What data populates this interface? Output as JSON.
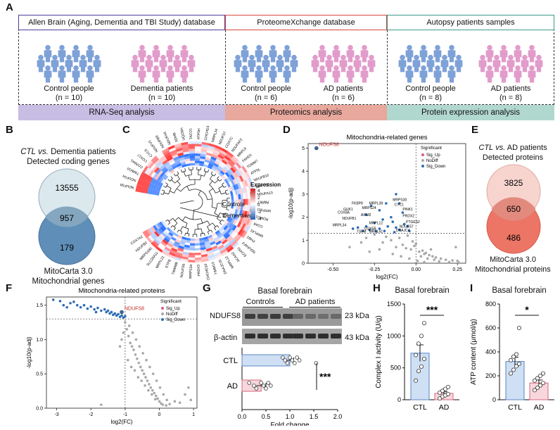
{
  "panel_labels": {
    "a": "A",
    "b": "B",
    "c": "C",
    "d": "D",
    "e": "E",
    "f": "F",
    "g": "G",
    "h": "H",
    "i": "I"
  },
  "colors": {
    "control": "#7ea1d8",
    "patient": "#e29ccb",
    "allen_border": "#4b3f9c",
    "proteome_border": "#d9453c",
    "autopsy_border": "#3c9a8a",
    "rnaseq_band": "#c8bde3",
    "proteomics_band": "#e8a89d",
    "protein_band": "#b1d8cf",
    "sig_up": "#e05a7a",
    "nodiff": "#a8a8a8",
    "sig_down": "#2f6db3"
  },
  "panel_a": {
    "sources": [
      "Allen Brain (Aging, Dementia and TBI Study) database",
      "ProteomeXchange database",
      "Autopsy patients samples"
    ],
    "groups": [
      {
        "name": "Control people",
        "n": "(n = 10)"
      },
      {
        "name": "Dementia patients",
        "n": "(n = 10)"
      },
      {
        "name": "Control people",
        "n": "(n = 6)"
      },
      {
        "name": "AD patients",
        "n": "(n = 6)"
      },
      {
        "name": "Control people",
        "n": "(n = 8)"
      },
      {
        "name": "AD patients",
        "n": "(n = 8)"
      }
    ],
    "analyses": [
      "RNA-Seq analysis",
      "Proteomics analysis",
      "Protein expression analysis"
    ],
    "person_icon": "person-icon"
  },
  "panel_b": {
    "title_line1": "CTL vs. Dementia patients",
    "title_line2": "Detected coding genes",
    "top": "13555",
    "overlap": "957",
    "bottom": "179",
    "bottom_line1": "MitoCarta 3.0",
    "bottom_line2": "Mitochondrial genes"
  },
  "panel_c": {
    "genes": [
      "NDUFS8",
      "NDUFS4",
      "TIMM10",
      "COX6A1",
      "COX17",
      "CYCS",
      "NDUFV1",
      "NDUFB9",
      "NDUFA6",
      "SDHB",
      "UQCRH",
      "TACO1",
      "ATP5H",
      "CHCHD3",
      "MRPL34",
      "NDUFS7",
      "COX7C",
      "NDUFAF2",
      "MRPL9",
      "FAHD1",
      "TOMM7",
      "ATP5L",
      "NDUFB10",
      "MRPL52",
      "NDUFA13",
      "PARK7",
      "MRPS11",
      "ROMO1",
      "COA6",
      "MRPL43",
      "PHB2",
      "NDUFAF3",
      "ECHS1",
      "ACAA2",
      "MRPL12",
      "DNAJC15",
      "TIMM13",
      "CHCHD10",
      "PRDX3",
      "MRPS34",
      "NDUFS5",
      "TIMM8B",
      "ETFB",
      "MRPL21",
      "SLC25A11",
      "MRPS18C",
      "NDUFB2",
      "COX7A2"
    ],
    "legend_title": "Expression",
    "legend_ticks": [
      "4",
      "2",
      "0",
      "-2",
      "-4"
    ],
    "label_controls": "Controls",
    "label_dementias": "Dementias"
  },
  "panel_d": {
    "title": "Mitochondria-related genes",
    "highlight": "NDUFS8",
    "gene_labels": [
      "FKBP8",
      "GUK1",
      "COX8A",
      "NDUFB1",
      "MRPL34",
      "MRPL38",
      "MRPS24",
      "AIFM2",
      "MRPL12",
      "MRPS30",
      "CYC1",
      "PINK1",
      "PRDX2",
      "PTGES2",
      "NDUFS7",
      "COX5B",
      "DNAJC4",
      "TSFM",
      "MRPL41"
    ],
    "legend": {
      "title": "Significant",
      "items": [
        "Sig_Up",
        "NoDiff",
        "Sig_Down"
      ]
    }
  },
  "panel_e": {
    "title_line1": "CTL vs. AD patients",
    "title_line2": "Detected proteins",
    "top": "3825",
    "overlap": "650",
    "bottom": "486",
    "bottom_line1": "MitoCarta 3.0",
    "bottom_line2": "Mitochondrial proteins"
  },
  "panel_f": {
    "title": "Mitochondria-related proteins",
    "highlight": "NDUFS8",
    "legend": {
      "title": "Significant",
      "items": [
        "Sig_Up",
        "NoDiff",
        "Sig_Down"
      ]
    }
  },
  "panel_g": {
    "title": "Basal forebrain",
    "group_labels": [
      "Controls",
      "AD patients"
    ],
    "bands": [
      {
        "name": "NDUFS8",
        "kda": "23 kDa"
      },
      {
        "name": "β-actin",
        "kda": "43 kDa"
      }
    ],
    "significance": "***",
    "bar_group_labels": [
      "CTL",
      "AD"
    ]
  },
  "panel_h": {
    "title": "Basal forebrain",
    "significance": "***",
    "group_labels": [
      "CTL",
      "AD"
    ]
  },
  "panel_i": {
    "title": "Basal forebrain",
    "significance": "*",
    "group_labels": [
      "CTL",
      "AD"
    ]
  },
  "chart_data": [
    {
      "type": "scatter",
      "id": "volcano-genes",
      "title": "Mitochondria-related genes",
      "xlabel": "log2(FC)",
      "ylabel": "-log10(p-adj)",
      "xlim": [
        -0.65,
        0.3
      ],
      "ylim": [
        0,
        5.2
      ],
      "xticks": [
        -0.5,
        -0.25,
        0.0,
        0.25
      ],
      "yticks": [
        0,
        1,
        2,
        3,
        4,
        5
      ],
      "threshold_y": 1.3,
      "threshold_x": 0,
      "highlight": {
        "name": "NDUFS8",
        "x": -0.6,
        "y": 5.0
      },
      "series": [
        {
          "name": "Sig_Down",
          "points": [
            [
              -0.12,
              3.0
            ],
            [
              -0.18,
              2.6
            ],
            [
              -0.22,
              2.3
            ],
            [
              -0.15,
              2.0
            ],
            [
              -0.27,
              2.5
            ],
            [
              -0.3,
              2.1
            ],
            [
              -0.1,
              2.6
            ],
            [
              -0.08,
              2.2
            ],
            [
              -0.2,
              1.9
            ],
            [
              -0.25,
              1.75
            ],
            [
              -0.17,
              1.6
            ],
            [
              -0.12,
              1.55
            ],
            [
              -0.3,
              1.6
            ],
            [
              -0.35,
              1.55
            ],
            [
              -0.07,
              1.7
            ],
            [
              -0.05,
              1.6
            ],
            [
              -0.14,
              1.8
            ],
            [
              -0.22,
              1.5
            ],
            [
              -0.28,
              1.45
            ],
            [
              -0.1,
              1.45
            ],
            [
              -0.19,
              1.4
            ],
            [
              -0.24,
              1.38
            ],
            [
              -0.32,
              1.4
            ],
            [
              -0.04,
              1.4
            ],
            [
              -0.13,
              1.35
            ],
            [
              -0.38,
              1.5
            ]
          ]
        },
        {
          "name": "NoDiff",
          "points": [
            [
              -0.05,
              1.2
            ],
            [
              -0.1,
              1.1
            ],
            [
              -0.15,
              1.0
            ],
            [
              -0.2,
              0.9
            ],
            [
              -0.08,
              0.8
            ],
            [
              -0.12,
              0.7
            ],
            [
              -0.03,
              0.6
            ],
            [
              0.02,
              0.5
            ],
            [
              0.05,
              0.4
            ],
            [
              0.08,
              0.35
            ],
            [
              0.1,
              0.3
            ],
            [
              0.12,
              0.25
            ],
            [
              0.15,
              0.2
            ],
            [
              0.18,
              0.15
            ],
            [
              0.22,
              0.12
            ],
            [
              0.25,
              0.1
            ],
            [
              -0.18,
              1.15
            ],
            [
              -0.25,
              1.25
            ],
            [
              -0.02,
              0.95
            ],
            [
              0.0,
              0.85
            ],
            [
              -0.06,
              0.65
            ],
            [
              0.04,
              0.55
            ],
            [
              0.06,
              0.45
            ],
            [
              -0.01,
              0.75
            ],
            [
              0.03,
              0.3
            ],
            [
              0.07,
              0.2
            ],
            [
              0.11,
              0.15
            ],
            [
              0.14,
              0.08
            ],
            [
              0.2,
              0.05
            ],
            [
              0.24,
              0.7
            ],
            [
              0.26,
              0.02
            ],
            [
              0.09,
              0.6
            ],
            [
              -0.22,
              0.6
            ],
            [
              -0.3,
              1.1
            ],
            [
              -0.33,
              0.9
            ],
            [
              -0.4,
              0.7
            ],
            [
              -0.28,
              0.5
            ],
            [
              -0.14,
              0.4
            ],
            [
              -0.09,
              0.3
            ],
            [
              -0.04,
              0.2
            ],
            [
              0.01,
              0.1
            ],
            [
              0.05,
              0.05
            ]
          ]
        }
      ]
    },
    {
      "type": "scatter",
      "id": "volcano-proteins",
      "title": "Mitochondria-related proteins",
      "xlabel": "log2(FC)",
      "ylabel": "-log10(p-adj)",
      "xlim": [
        -3.3,
        1.1
      ],
      "ylim": [
        0,
        1.62
      ],
      "xticks": [
        -3,
        -2,
        -1,
        0,
        1
      ],
      "yticks": [
        0,
        0.5,
        1.0,
        1.5
      ],
      "threshold_y": 1.3,
      "threshold_x": -1,
      "highlight": {
        "name": "NDUFS8",
        "x": -1.1,
        "y": 1.4
      },
      "series": [
        {
          "name": "Sig_Down",
          "points": [
            [
              -3.1,
              1.58
            ],
            [
              -2.9,
              1.56
            ],
            [
              -2.8,
              1.5
            ],
            [
              -2.6,
              1.53
            ],
            [
              -2.5,
              1.55
            ],
            [
              -2.4,
              1.5
            ],
            [
              -2.3,
              1.47
            ],
            [
              -2.2,
              1.5
            ],
            [
              -2.1,
              1.45
            ],
            [
              -2.0,
              1.48
            ],
            [
              -1.9,
              1.44
            ],
            [
              -1.8,
              1.46
            ],
            [
              -1.7,
              1.42
            ],
            [
              -1.6,
              1.44
            ],
            [
              -1.55,
              1.4
            ],
            [
              -1.5,
              1.42
            ],
            [
              -1.45,
              1.38
            ],
            [
              -1.4,
              1.4
            ],
            [
              -1.35,
              1.36
            ],
            [
              -1.3,
              1.38
            ],
            [
              -1.25,
              1.35
            ],
            [
              -1.2,
              1.37
            ],
            [
              -1.15,
              1.33
            ],
            [
              -1.1,
              1.35
            ],
            [
              -1.05,
              1.32
            ],
            [
              -1.0,
              1.34
            ],
            [
              -2.7,
              1.47
            ],
            [
              -1.85,
              1.4
            ]
          ]
        },
        {
          "name": "NoDiff",
          "points": [
            [
              -1.0,
              1.25
            ],
            [
              -0.95,
              1.15
            ],
            [
              -0.9,
              1.05
            ],
            [
              -0.85,
              0.95
            ],
            [
              -0.8,
              0.9
            ],
            [
              -0.75,
              0.85
            ],
            [
              -0.7,
              0.78
            ],
            [
              -0.65,
              0.72
            ],
            [
              -0.6,
              0.66
            ],
            [
              -0.55,
              0.6
            ],
            [
              -0.5,
              0.55
            ],
            [
              -0.45,
              0.5
            ],
            [
              -0.4,
              0.45
            ],
            [
              -0.35,
              0.4
            ],
            [
              -0.3,
              0.35
            ],
            [
              -0.25,
              0.3
            ],
            [
              -0.2,
              0.26
            ],
            [
              -0.15,
              0.22
            ],
            [
              -0.1,
              0.18
            ],
            [
              -0.05,
              0.14
            ],
            [
              0.0,
              0.1
            ],
            [
              0.05,
              0.07
            ],
            [
              0.1,
              0.05
            ],
            [
              0.2,
              0.04
            ],
            [
              -0.88,
              1.2
            ],
            [
              -0.78,
              1.1
            ],
            [
              -0.68,
              1.0
            ],
            [
              -0.58,
              0.9
            ],
            [
              -0.48,
              0.8
            ],
            [
              -0.38,
              0.7
            ],
            [
              -0.28,
              0.6
            ],
            [
              -0.18,
              0.5
            ],
            [
              -0.08,
              0.4
            ],
            [
              0.02,
              0.3
            ],
            [
              0.12,
              0.2
            ],
            [
              0.22,
              0.12
            ],
            [
              -1.05,
              1.1
            ],
            [
              -1.1,
              1.0
            ],
            [
              -1.15,
              0.9
            ],
            [
              -0.92,
              0.7
            ],
            [
              -0.82,
              0.6
            ],
            [
              -0.72,
              0.55
            ],
            [
              -0.62,
              0.45
            ],
            [
              -0.52,
              0.4
            ],
            [
              -0.42,
              0.33
            ],
            [
              -0.32,
              0.26
            ],
            [
              -0.22,
              0.2
            ],
            [
              -0.12,
              0.13
            ],
            [
              0.3,
              0.06
            ],
            [
              0.45,
              0.1
            ],
            [
              0.6,
              0.08
            ],
            [
              0.75,
              0.2
            ],
            [
              0.85,
              0.3
            ],
            [
              0.92,
              0.12
            ],
            [
              -1.7,
              0.05
            ]
          ]
        }
      ]
    },
    {
      "type": "bar",
      "id": "western-quant",
      "orientation": "horizontal",
      "categories": [
        "CTL",
        "AD"
      ],
      "values": [
        1.0,
        0.4
      ],
      "errors": [
        0.08,
        0.1
      ],
      "points": [
        [
          0.85,
          0.9,
          0.95,
          1.0,
          1.05,
          1.1,
          1.15,
          1.2,
          1.55
        ],
        [
          0.15,
          0.25,
          0.3,
          0.4,
          0.45,
          0.5,
          0.55,
          0.6
        ]
      ],
      "xlabel": "Fold change",
      "xlim": [
        0,
        2.0
      ],
      "xticks": [
        0.0,
        0.5,
        1.0,
        1.5,
        2.0
      ]
    },
    {
      "type": "bar",
      "id": "complex-i",
      "categories": [
        "CTL",
        "AD"
      ],
      "values": [
        730,
        100
      ],
      "errors": [
        130,
        25
      ],
      "points": [
        [
          300,
          450,
          520,
          640,
          700,
          880,
          1000,
          1200
        ],
        [
          20,
          50,
          70,
          90,
          110,
          140,
          170,
          200
        ]
      ],
      "ylabel": "Complex I activity (U/g)",
      "ylim": [
        0,
        1500
      ],
      "yticks": [
        0,
        500,
        1000,
        1500
      ]
    },
    {
      "type": "bar",
      "id": "atp-content",
      "categories": [
        "CTL",
        "AD"
      ],
      "values": [
        320,
        140
      ],
      "errors": [
        35,
        25
      ],
      "points": [
        [
          220,
          250,
          280,
          300,
          330,
          360,
          380,
          600
        ],
        [
          80,
          100,
          120,
          140,
          160,
          180,
          200,
          220
        ]
      ],
      "ylabel": "ATP content (μmol/g)",
      "ylim": [
        0,
        800
      ],
      "yticks": [
        0,
        200,
        400,
        600,
        800
      ]
    }
  ]
}
